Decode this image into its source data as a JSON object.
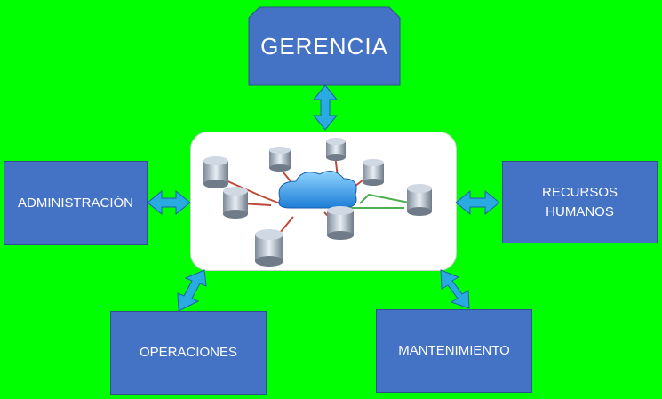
{
  "diagram": {
    "center_node": "cloud-database-network",
    "nodes": {
      "gerencia": "GERENCIA",
      "administracion": "ADMINISTRACIÓN",
      "recursos_humanos": "RECURSOS\nHUMANOS",
      "operaciones": "OPERACIONES",
      "mantenimiento": "MANTENIMIENTO"
    },
    "colors": {
      "background": "#00ff00",
      "box_fill": "#4472c4",
      "arrow_fill": "#29abe2",
      "center_panel": "#ffffff"
    }
  }
}
